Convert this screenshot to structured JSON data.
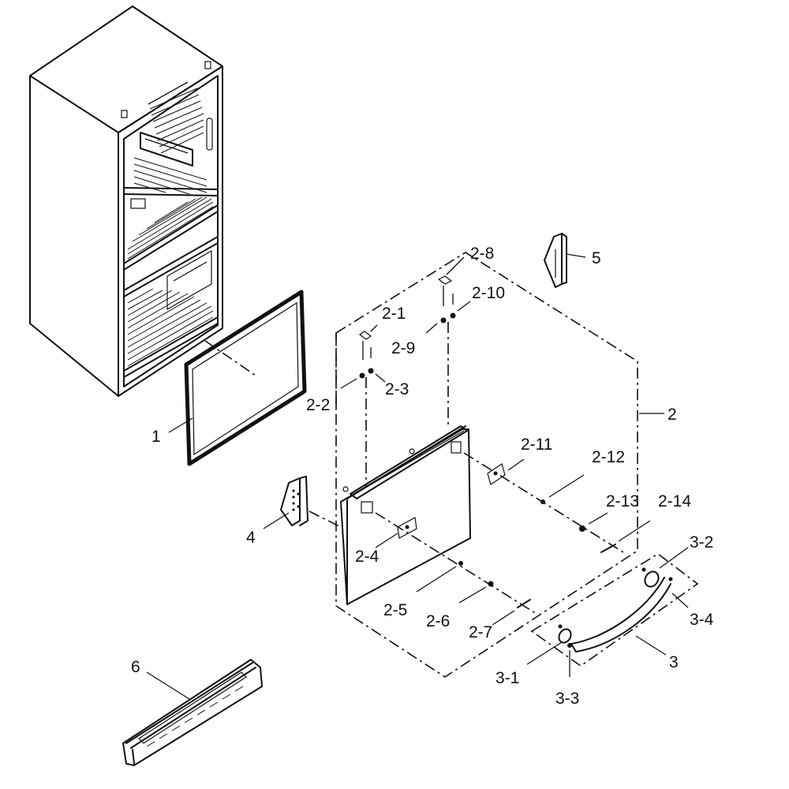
{
  "diagram": {
    "labels": {
      "p1": "1",
      "p2": "2",
      "p2_1": "2-1",
      "p2_2": "2-2",
      "p2_3": "2-3",
      "p2_4": "2-4",
      "p2_5": "2-5",
      "p2_6": "2-6",
      "p2_7": "2-7",
      "p2_8": "2-8",
      "p2_9": "2-9",
      "p2_10": "2-10",
      "p2_11": "2-11",
      "p2_12": "2-12",
      "p2_13": "2-13",
      "p2_14": "2-14",
      "p3": "3",
      "p3_1": "3-1",
      "p3_2": "3-2",
      "p3_3": "3-3",
      "p3_4": "3-4",
      "p4": "4",
      "p5": "5",
      "p6": "6"
    }
  }
}
